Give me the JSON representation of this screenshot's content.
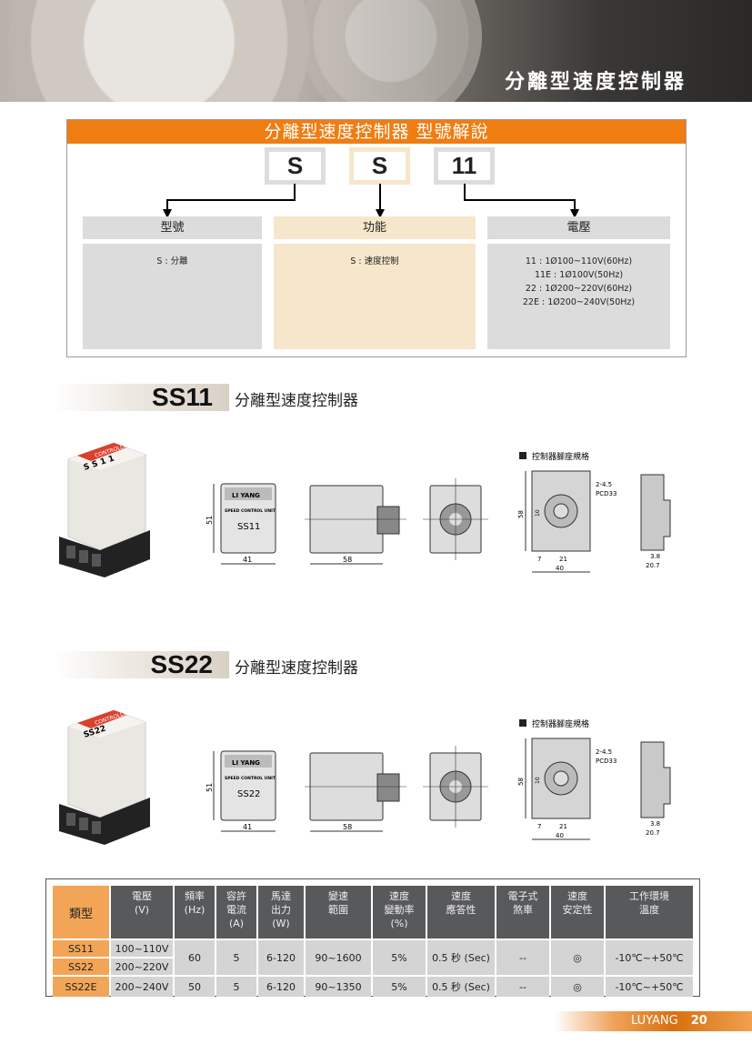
{
  "header": {
    "title": "分離型速度控制器"
  },
  "explain": {
    "title": "分離型速度控制器 型號解說",
    "codes": [
      "S",
      "S",
      "11"
    ],
    "columns": [
      {
        "label": "型號",
        "lines": [
          "S : 分離"
        ]
      },
      {
        "label": "功能",
        "lines": [
          "S : 速度控制"
        ]
      },
      {
        "label": "電壓",
        "lines": [
          "11 : 1Ø100~110V(60Hz)",
          "11E : 1Ø100V(50Hz)",
          "22 : 1Ø200~220V(60Hz)",
          "22E : 1Ø200~240V(50Hz)"
        ]
      }
    ]
  },
  "products": [
    {
      "model": "SS11",
      "caption": "分離型速度控制器",
      "label_brand": "LI YANG",
      "label_line": "SPEED CONTROL UNIT",
      "label_model": "SS11",
      "photo_label": "S S 1 1",
      "photo_band": "CONTROLLER",
      "socket_title": "控制器腳座規格",
      "dims": {
        "h": "51",
        "w": "41",
        "d": "58",
        "s_h": "58",
        "s_10": "10",
        "pin": "2-4.5",
        "pcd": "PCD33",
        "s7": "7",
        "s21": "21",
        "s40": "40",
        "a": "3.8",
        "b": "20.7"
      }
    },
    {
      "model": "SS22",
      "caption": "分離型速度控制器",
      "label_brand": "LI YANG",
      "label_line": "SPEED CONTROL UNIT",
      "label_model": "SS22",
      "photo_label": "SS22",
      "photo_band": "CONTROLLER",
      "socket_title": "控制器腳座規格",
      "dims": {
        "h": "51",
        "w": "41",
        "d": "58",
        "s_h": "58",
        "s_10": "10",
        "pin": "2-4.5",
        "pcd": "PCD33",
        "s7": "7",
        "s21": "21",
        "s40": "40",
        "a": "3.8",
        "b": "20.7"
      }
    }
  ],
  "specs": {
    "headers": [
      [
        "類型"
      ],
      [
        "電壓",
        "(V)"
      ],
      [
        "頻率",
        "(Hz)"
      ],
      [
        "容許",
        "電流",
        "(A)"
      ],
      [
        "馬達",
        "出力",
        "(W)"
      ],
      [
        "變速",
        "範圍"
      ],
      [
        "速度",
        "變動率",
        "(%)"
      ],
      [
        "速度",
        "應答性"
      ],
      [
        "電子式",
        "煞車"
      ],
      [
        "速度",
        "安定性"
      ],
      [
        "工作環境",
        "溫度"
      ]
    ],
    "rows": [
      {
        "model": "SS11",
        "voltage": "100~110V",
        "freq": "60",
        "current": "5",
        "power": "6-120",
        "range": "90~1600",
        "var": "5%",
        "resp": "0.5 秒 (Sec)",
        "brake": "--",
        "stab": "◎",
        "temp": "-10℃~+50℃"
      },
      {
        "model": "SS22",
        "voltage": "200~220V"
      },
      {
        "model": "SS22E",
        "voltage": "200~240V",
        "freq": "50",
        "current": "5",
        "power": "6-120",
        "range": "90~1350",
        "var": "5%",
        "resp": "0.5 秒 (Sec)",
        "brake": "--",
        "stab": "◎",
        "temp": "-10℃~+50℃"
      }
    ]
  },
  "footer": {
    "brand": "LUYANG",
    "page": "20"
  }
}
